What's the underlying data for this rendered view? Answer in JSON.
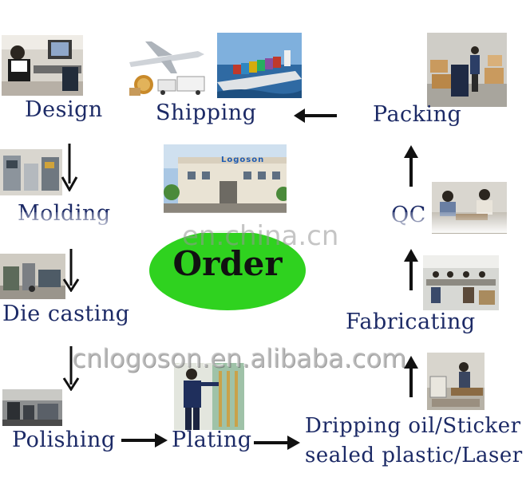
{
  "steps": {
    "design": "Design",
    "shipping": "Shipping",
    "packing": "Packing",
    "molding": "Molding",
    "qc": "QC",
    "die_casting": "Die casting",
    "fabricating": "Fabricating",
    "polishing": "Polishing",
    "plating": "Plating",
    "dripping_line1": "Dripping oil/Sticker",
    "dripping_line2": "sealed plastic/Laser"
  },
  "center": {
    "order": "Order",
    "building_sign": "Logoson"
  },
  "watermarks": {
    "top": "en.china.cn",
    "bottom": "cnlogoson.en.alibaba.com"
  },
  "colors": {
    "label_text": "#1c2a66",
    "order_ellipse": "#2fd21f",
    "arrow": "#111111"
  }
}
